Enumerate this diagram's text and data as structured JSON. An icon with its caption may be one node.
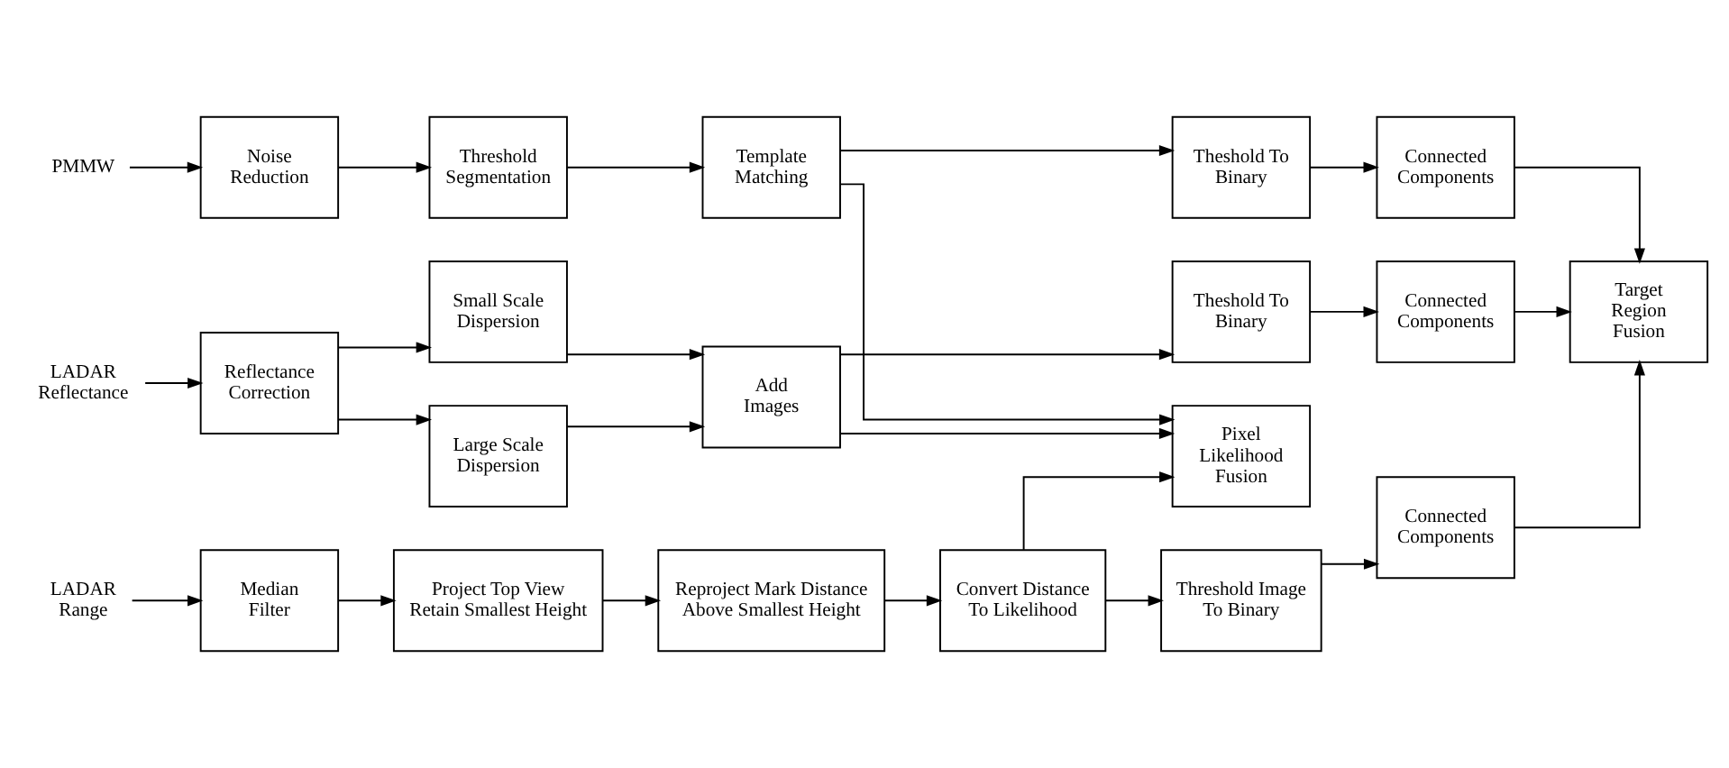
{
  "diagram": {
    "nodes": [
      {
        "text": [
          "PMMW"
        ]
      },
      {
        "text": [
          "Noise Reduction"
        ]
      },
      {
        "text": [
          "Threshold Segmentation"
        ]
      },
      {
        "text": [
          "Template Matching"
        ]
      },
      {
        "text": [
          "Theshold To Binary"
        ]
      },
      {
        "text": [
          "Connected Components"
        ]
      },
      {
        "text": [
          "Pixel Likelihood Fusion"
        ]
      },
      {
        "text": [
          "LADAR Reflectance"
        ]
      },
      {
        "text": [
          "Reflectance Correction"
        ]
      },
      {
        "text": [
          "Small Scale Dispersion"
        ]
      },
      {
        "text": [
          "Large Scale Dispersion"
        ]
      },
      {
        "text": [
          "Add Images"
        ]
      },
      {
        "text": [
          "Theshold To Binary"
        ]
      },
      {
        "text": [
          "Connected Components"
        ]
      },
      {
        "text": [
          "Target Region Fusion"
        ]
      },
      {
        "text": [
          "LADAR Range"
        ]
      },
      {
        "text": [
          "Median Filter"
        ]
      },
      {
        "text": [
          "Project Top View Retain Smallest Height"
        ]
      },
      {
        "text": [
          "Reproject Mark Distance Above Smallest Height"
        ]
      },
      {
        "text": [
          "Convert Distance To Likelihood"
        ]
      },
      {
        "text": [
          "Threshold Image To Binary"
        ]
      },
      {
        "text": [
          "Connected Components"
        ]
      }
    ],
    "edges": [
      {
        "from": 0,
        "to": 1,
        "arrow": "to"
      },
      {
        "from": 1,
        "to": 2,
        "arrow": "to"
      },
      {
        "from": 2,
        "to": 3,
        "arrow": "to"
      },
      {
        "from": 3,
        "to": 4,
        "arrow": "to"
      },
      {
        "from": 4,
        "to": 5,
        "arrow": "to"
      },
      {
        "from": 5,
        "to": 14,
        "arrow": "to"
      },
      {
        "from": 3,
        "to": 6,
        "arrow": "to"
      },
      {
        "from": 7,
        "to": 8,
        "arrow": "to"
      },
      {
        "from": 8,
        "to": 9,
        "arrow": "to"
      },
      {
        "from": 8,
        "to": 10,
        "arrow": "to"
      },
      {
        "from": 9,
        "to": 11,
        "arrow": "to"
      },
      {
        "from": 10,
        "to": 11,
        "arrow": "to"
      },
      {
        "from": 11,
        "to": 6,
        "arrow": "to"
      },
      {
        "from": 11,
        "to": 12,
        "arrow": "to"
      },
      {
        "from": 12,
        "to": 13,
        "arrow": "to"
      },
      {
        "from": 13,
        "to": 14,
        "arrow": "to"
      },
      {
        "from": 15,
        "to": 16,
        "arrow": "to"
      },
      {
        "from": 16,
        "to": 17,
        "arrow": "to"
      },
      {
        "from": 17,
        "to": 18,
        "arrow": "to"
      },
      {
        "from": 18,
        "to": 19,
        "arrow": "to"
      },
      {
        "from": 19,
        "to": 6,
        "arrow": "to"
      },
      {
        "from": 19,
        "to": 20,
        "arrow": "to"
      },
      {
        "from": 20,
        "to": 21,
        "arrow": "to"
      },
      {
        "from": 21,
        "to": 14,
        "arrow": "to"
      }
    ]
  }
}
